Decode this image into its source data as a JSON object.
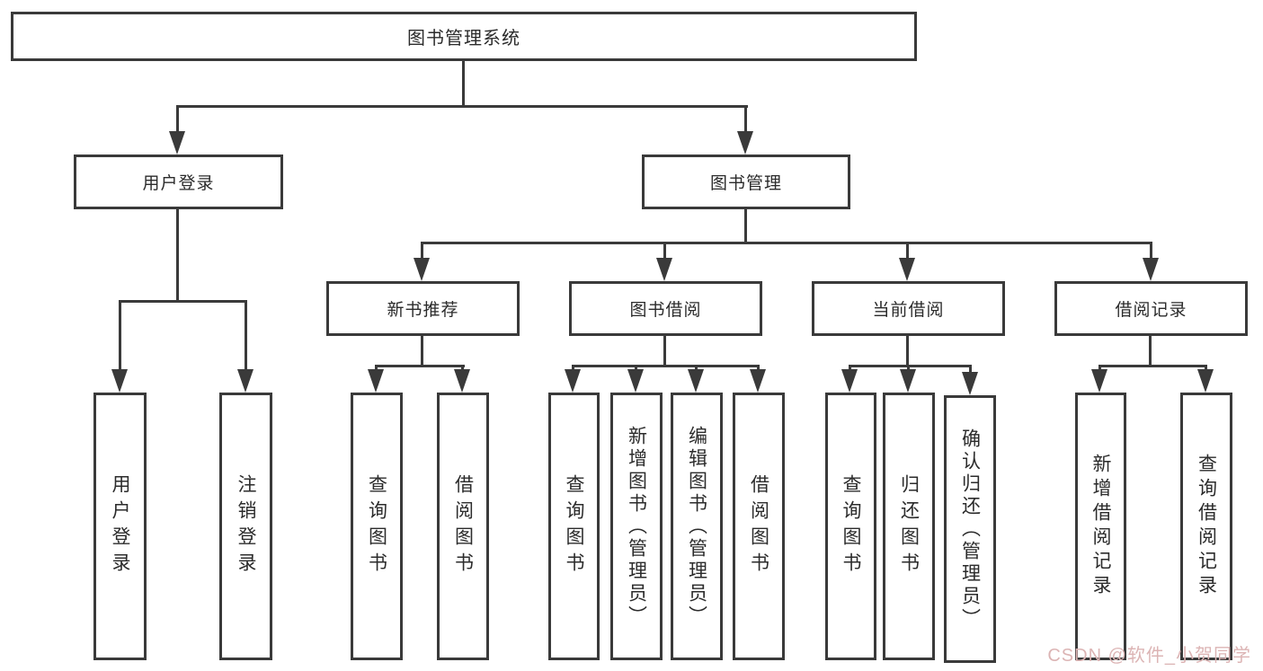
{
  "diagram": {
    "root": {
      "label": "图书管理系统"
    },
    "level2": {
      "user_login": {
        "label": "用户登录"
      },
      "book_management": {
        "label": "图书管理"
      }
    },
    "level3": {
      "new_book_recommend": {
        "label": "新书推荐"
      },
      "book_borrow": {
        "label": "图书借阅"
      },
      "current_borrow": {
        "label": "当前借阅"
      },
      "borrow_record": {
        "label": "借阅记录"
      }
    },
    "leaves": {
      "user_login": [
        "用户登录",
        "注销登录"
      ],
      "new_book_recommend": [
        "查询图书",
        "借阅图书"
      ],
      "book_borrow": [
        "查询图书",
        "新增图书（管理员）",
        "编辑图书（管理员）",
        "借阅图书"
      ],
      "current_borrow": [
        "查询图书",
        "归还图书",
        "确认归还（管理员）"
      ],
      "borrow_record": [
        "新增借阅记录",
        "查询借阅记录"
      ]
    }
  },
  "watermark": {
    "text": "CSDN @软件_小贺同学",
    "color": "#dcb4b4"
  },
  "colors": {
    "line": "#3a3a3a",
    "text": "#2b2b2b",
    "background": "#ffffff"
  }
}
